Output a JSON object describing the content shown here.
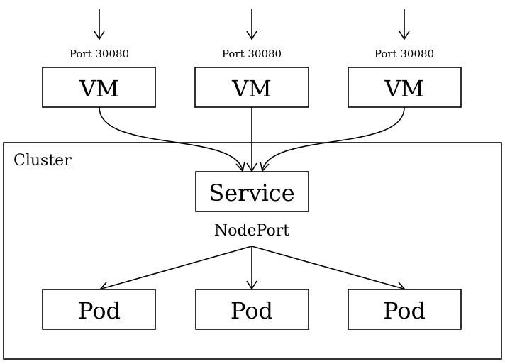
{
  "cluster": {
    "label": "Cluster"
  },
  "vms": [
    {
      "port_label": "Port 30080",
      "label": "VM"
    },
    {
      "port_label": "Port 30080",
      "label": "VM"
    },
    {
      "port_label": "Port 30080",
      "label": "VM"
    }
  ],
  "service": {
    "label": "Service",
    "type_label": "NodePort"
  },
  "pods": [
    {
      "label": "Pod"
    },
    {
      "label": "Pod"
    },
    {
      "label": "Pod"
    }
  ]
}
